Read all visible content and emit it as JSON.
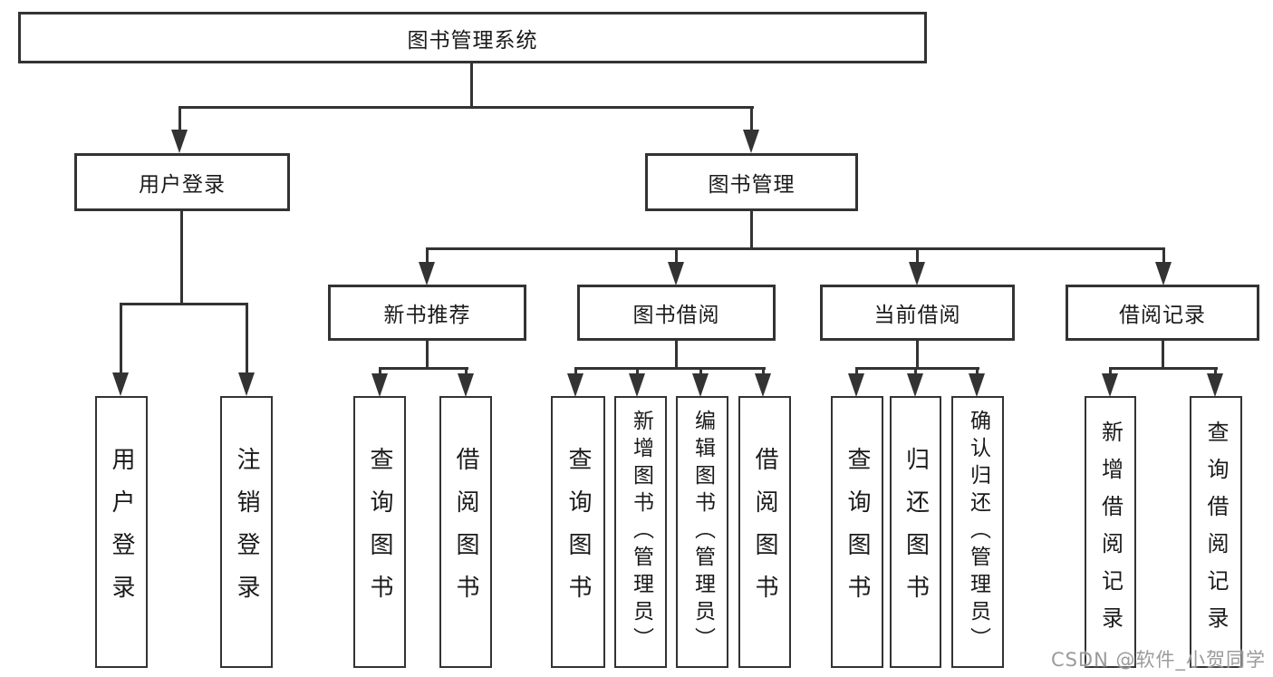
{
  "tree": {
    "label": "图书管理系统",
    "children": [
      {
        "label": "用户登录",
        "children": [
          {
            "label": "用户登录"
          },
          {
            "label": "注销登录"
          }
        ]
      },
      {
        "label": "图书管理",
        "children": [
          {
            "label": "新书推荐",
            "children": [
              {
                "label": "查询图书"
              },
              {
                "label": "借阅图书"
              }
            ]
          },
          {
            "label": "图书借阅",
            "children": [
              {
                "label": "查询图书"
              },
              {
                "label": "新增图书（管理员）"
              },
              {
                "label": "编辑图书（管理员）"
              },
              {
                "label": "借阅图书"
              }
            ]
          },
          {
            "label": "当前借阅",
            "children": [
              {
                "label": "查询图书"
              },
              {
                "label": "归还图书"
              },
              {
                "label": "确认归还（管理员）"
              }
            ]
          },
          {
            "label": "借阅记录",
            "children": [
              {
                "label": "新增借阅记录"
              },
              {
                "label": "查询借阅记录"
              }
            ]
          }
        ]
      }
    ]
  },
  "watermark": {
    "text": "CSDN @软件_小贺同学"
  },
  "colors": {
    "line": "#333333",
    "background": "#ffffff",
    "box_fill": "#ffffff",
    "text": "#1a1a1a",
    "watermark": "#9b9b9b"
  }
}
